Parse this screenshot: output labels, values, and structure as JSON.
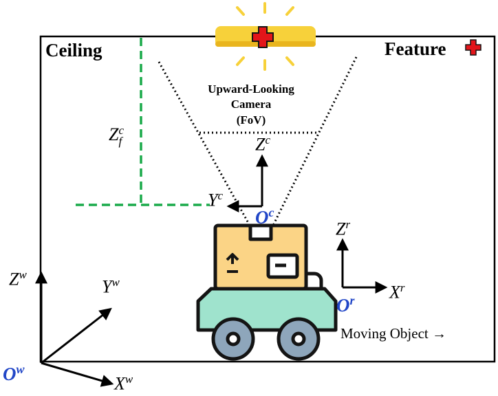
{
  "labels": {
    "ceiling": "Ceiling",
    "feature": "Feature",
    "camera_line1": "Upward-Looking",
    "camera_line2": "Camera",
    "camera_line3": "(FoV)",
    "moving_object": "Moving Object →"
  },
  "axes": {
    "zf_base": "Z",
    "zf_sup": "c",
    "zf_sub": "f",
    "zc_base": "Z",
    "zc_sup": "c",
    "yc_base": "Y",
    "yc_sup": "c",
    "oc_base": "O",
    "oc_sup": "c",
    "zr_base": "Z",
    "zr_sup": "r",
    "xr_base": "X",
    "xr_sup": "r",
    "or_base": "O",
    "or_sup": "r",
    "zw_base": "Z",
    "zw_sup": "w",
    "yw_base": "Y",
    "yw_sup": "w",
    "xw_base": "X",
    "xw_sup": "w",
    "ow_base": "O",
    "ow_sup": "w"
  },
  "colors": {
    "feature_cross": "#e3151a",
    "light": "#f7d13a",
    "light_edge": "#e9b51e",
    "green_dash": "#1aaa4a",
    "origin_text": "#2146c7",
    "cargo_box": "#fbd486",
    "robot_body": "#9fe3cd",
    "wheel": "#8ea6bb",
    "outline": "#141414"
  },
  "icons": {
    "light": "ceiling-light-icon",
    "feature": "red-cross-icon",
    "robot": "delivery-robot-icon"
  }
}
